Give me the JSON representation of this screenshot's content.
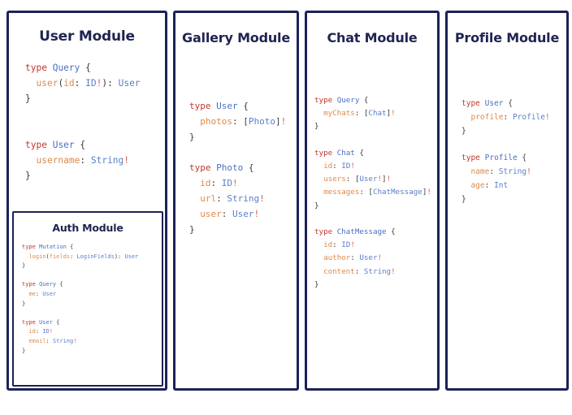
{
  "diagram": {
    "type": "graphql-schema-modules",
    "accent_border_color": "#1c2258",
    "title_color": "#1f2450",
    "background_color": "#ffffff",
    "syntax_colors": {
      "keyword": "#c0392b",
      "type_name": "#4a6fc4",
      "field": "#e08a4a",
      "type_ref": "#5b7fc7",
      "punctuation": "#3c3c3c",
      "non_null": "#d4604a"
    }
  },
  "modules": {
    "user": {
      "title": "User Module",
      "code_lines": [
        [
          {
            "t": "type",
            "c": "kw"
          },
          {
            "t": " ",
            "c": "punc"
          },
          {
            "t": "Query",
            "c": "tname"
          },
          {
            "t": " {",
            "c": "punc"
          }
        ],
        [
          {
            "t": "  ",
            "c": "punc"
          },
          {
            "t": "user",
            "c": "field"
          },
          {
            "t": "(",
            "c": "punc"
          },
          {
            "t": "id",
            "c": "field"
          },
          {
            "t": ": ",
            "c": "punc"
          },
          {
            "t": "ID",
            "c": "type"
          },
          {
            "t": "!",
            "c": "bang"
          },
          {
            "t": "): ",
            "c": "punc"
          },
          {
            "t": "User",
            "c": "type"
          }
        ],
        [
          {
            "t": "}",
            "c": "punc"
          }
        ],
        [
          {
            "t": "",
            "c": "punc"
          }
        ],
        [
          {
            "t": "",
            "c": "punc"
          }
        ],
        [
          {
            "t": "type",
            "c": "kw"
          },
          {
            "t": " ",
            "c": "punc"
          },
          {
            "t": "User",
            "c": "tname"
          },
          {
            "t": " {",
            "c": "punc"
          }
        ],
        [
          {
            "t": "  ",
            "c": "punc"
          },
          {
            "t": "username",
            "c": "field"
          },
          {
            "t": ": ",
            "c": "punc"
          },
          {
            "t": "String",
            "c": "type"
          },
          {
            "t": "!",
            "c": "bang"
          }
        ],
        [
          {
            "t": "}",
            "c": "punc"
          }
        ]
      ]
    },
    "auth": {
      "title": "Auth Module",
      "code_lines": [
        [
          {
            "t": "type",
            "c": "kw"
          },
          {
            "t": " ",
            "c": "punc"
          },
          {
            "t": "Mutation",
            "c": "tname"
          },
          {
            "t": " {",
            "c": "punc"
          }
        ],
        [
          {
            "t": "  ",
            "c": "punc"
          },
          {
            "t": "login",
            "c": "field"
          },
          {
            "t": "(",
            "c": "punc"
          },
          {
            "t": "fields",
            "c": "field"
          },
          {
            "t": ": ",
            "c": "punc"
          },
          {
            "t": "LoginFields",
            "c": "type"
          },
          {
            "t": "): ",
            "c": "punc"
          },
          {
            "t": "User",
            "c": "type"
          }
        ],
        [
          {
            "t": "}",
            "c": "punc"
          }
        ],
        [
          {
            "t": "",
            "c": "punc"
          }
        ],
        [
          {
            "t": "type",
            "c": "kw"
          },
          {
            "t": " ",
            "c": "punc"
          },
          {
            "t": "Query",
            "c": "tname"
          },
          {
            "t": " {",
            "c": "punc"
          }
        ],
        [
          {
            "t": "  ",
            "c": "punc"
          },
          {
            "t": "me",
            "c": "field"
          },
          {
            "t": ": ",
            "c": "punc"
          },
          {
            "t": "User",
            "c": "type"
          }
        ],
        [
          {
            "t": "}",
            "c": "punc"
          }
        ],
        [
          {
            "t": "",
            "c": "punc"
          }
        ],
        [
          {
            "t": "type",
            "c": "kw"
          },
          {
            "t": " ",
            "c": "punc"
          },
          {
            "t": "User",
            "c": "tname"
          },
          {
            "t": " {",
            "c": "punc"
          }
        ],
        [
          {
            "t": "  ",
            "c": "punc"
          },
          {
            "t": "id",
            "c": "field"
          },
          {
            "t": ": ",
            "c": "punc"
          },
          {
            "t": "ID",
            "c": "type"
          },
          {
            "t": "!",
            "c": "bang"
          }
        ],
        [
          {
            "t": "  ",
            "c": "punc"
          },
          {
            "t": "email",
            "c": "field"
          },
          {
            "t": ": ",
            "c": "punc"
          },
          {
            "t": "String",
            "c": "type"
          },
          {
            "t": "!",
            "c": "bang"
          }
        ],
        [
          {
            "t": "}",
            "c": "punc"
          }
        ]
      ]
    },
    "gallery": {
      "title": "Gallery Module",
      "code_lines": [
        [
          {
            "t": "type",
            "c": "kw"
          },
          {
            "t": " ",
            "c": "punc"
          },
          {
            "t": "User",
            "c": "tname"
          },
          {
            "t": " {",
            "c": "punc"
          }
        ],
        [
          {
            "t": "  ",
            "c": "punc"
          },
          {
            "t": "photos",
            "c": "field"
          },
          {
            "t": ": [",
            "c": "punc"
          },
          {
            "t": "Photo",
            "c": "type"
          },
          {
            "t": "]",
            "c": "punc"
          },
          {
            "t": "!",
            "c": "bang"
          }
        ],
        [
          {
            "t": "}",
            "c": "punc"
          }
        ],
        [
          {
            "t": "",
            "c": "punc"
          }
        ],
        [
          {
            "t": "type",
            "c": "kw"
          },
          {
            "t": " ",
            "c": "punc"
          },
          {
            "t": "Photo",
            "c": "tname"
          },
          {
            "t": " {",
            "c": "punc"
          }
        ],
        [
          {
            "t": "  ",
            "c": "punc"
          },
          {
            "t": "id",
            "c": "field"
          },
          {
            "t": ": ",
            "c": "punc"
          },
          {
            "t": "ID",
            "c": "type"
          },
          {
            "t": "!",
            "c": "bang"
          }
        ],
        [
          {
            "t": "  ",
            "c": "punc"
          },
          {
            "t": "url",
            "c": "field"
          },
          {
            "t": ": ",
            "c": "punc"
          },
          {
            "t": "String",
            "c": "type"
          },
          {
            "t": "!",
            "c": "bang"
          }
        ],
        [
          {
            "t": "  ",
            "c": "punc"
          },
          {
            "t": "user",
            "c": "field"
          },
          {
            "t": ": ",
            "c": "punc"
          },
          {
            "t": "User",
            "c": "type"
          },
          {
            "t": "!",
            "c": "bang"
          }
        ],
        [
          {
            "t": "}",
            "c": "punc"
          }
        ]
      ]
    },
    "chat": {
      "title": "Chat Module",
      "code_lines": [
        [
          {
            "t": "type",
            "c": "kw"
          },
          {
            "t": " ",
            "c": "punc"
          },
          {
            "t": "Query",
            "c": "tname"
          },
          {
            "t": " {",
            "c": "punc"
          }
        ],
        [
          {
            "t": "  ",
            "c": "punc"
          },
          {
            "t": "myChats",
            "c": "field"
          },
          {
            "t": ": [",
            "c": "punc"
          },
          {
            "t": "Chat",
            "c": "type"
          },
          {
            "t": "]",
            "c": "punc"
          },
          {
            "t": "!",
            "c": "bang"
          }
        ],
        [
          {
            "t": "}",
            "c": "punc"
          }
        ],
        [
          {
            "t": "",
            "c": "punc"
          }
        ],
        [
          {
            "t": "type",
            "c": "kw"
          },
          {
            "t": " ",
            "c": "punc"
          },
          {
            "t": "Chat",
            "c": "tname"
          },
          {
            "t": " {",
            "c": "punc"
          }
        ],
        [
          {
            "t": "  ",
            "c": "punc"
          },
          {
            "t": "id",
            "c": "field"
          },
          {
            "t": ": ",
            "c": "punc"
          },
          {
            "t": "ID",
            "c": "type"
          },
          {
            "t": "!",
            "c": "bang"
          }
        ],
        [
          {
            "t": "  ",
            "c": "punc"
          },
          {
            "t": "users",
            "c": "field"
          },
          {
            "t": ": [",
            "c": "punc"
          },
          {
            "t": "User",
            "c": "type"
          },
          {
            "t": "!",
            "c": "bang"
          },
          {
            "t": "]",
            "c": "punc"
          },
          {
            "t": "!",
            "c": "bang"
          }
        ],
        [
          {
            "t": "  ",
            "c": "punc"
          },
          {
            "t": "messages",
            "c": "field"
          },
          {
            "t": ": [",
            "c": "punc"
          },
          {
            "t": "ChatMessage",
            "c": "type"
          },
          {
            "t": "]",
            "c": "punc"
          },
          {
            "t": "!",
            "c": "bang"
          }
        ],
        [
          {
            "t": "}",
            "c": "punc"
          }
        ],
        [
          {
            "t": "",
            "c": "punc"
          }
        ],
        [
          {
            "t": "type",
            "c": "kw"
          },
          {
            "t": " ",
            "c": "punc"
          },
          {
            "t": "ChatMessage",
            "c": "tname"
          },
          {
            "t": " {",
            "c": "punc"
          }
        ],
        [
          {
            "t": "  ",
            "c": "punc"
          },
          {
            "t": "id",
            "c": "field"
          },
          {
            "t": ": ",
            "c": "punc"
          },
          {
            "t": "ID",
            "c": "type"
          },
          {
            "t": "!",
            "c": "bang"
          }
        ],
        [
          {
            "t": "  ",
            "c": "punc"
          },
          {
            "t": "author",
            "c": "field"
          },
          {
            "t": ": ",
            "c": "punc"
          },
          {
            "t": "User",
            "c": "type"
          },
          {
            "t": "!",
            "c": "bang"
          }
        ],
        [
          {
            "t": "  ",
            "c": "punc"
          },
          {
            "t": "content",
            "c": "field"
          },
          {
            "t": ": ",
            "c": "punc"
          },
          {
            "t": "String",
            "c": "type"
          },
          {
            "t": "!",
            "c": "bang"
          }
        ],
        [
          {
            "t": "}",
            "c": "punc"
          }
        ]
      ]
    },
    "profile": {
      "title": "Profile Module",
      "code_lines": [
        [
          {
            "t": "type",
            "c": "kw"
          },
          {
            "t": " ",
            "c": "punc"
          },
          {
            "t": "User",
            "c": "tname"
          },
          {
            "t": " {",
            "c": "punc"
          }
        ],
        [
          {
            "t": "  ",
            "c": "punc"
          },
          {
            "t": "profile",
            "c": "field"
          },
          {
            "t": ": ",
            "c": "punc"
          },
          {
            "t": "Profile",
            "c": "type"
          },
          {
            "t": "!",
            "c": "bang"
          }
        ],
        [
          {
            "t": "}",
            "c": "punc"
          }
        ],
        [
          {
            "t": "",
            "c": "punc"
          }
        ],
        [
          {
            "t": "type",
            "c": "kw"
          },
          {
            "t": " ",
            "c": "punc"
          },
          {
            "t": "Profile",
            "c": "tname"
          },
          {
            "t": " {",
            "c": "punc"
          }
        ],
        [
          {
            "t": "  ",
            "c": "punc"
          },
          {
            "t": "name",
            "c": "field"
          },
          {
            "t": ": ",
            "c": "punc"
          },
          {
            "t": "String",
            "c": "type"
          },
          {
            "t": "!",
            "c": "bang"
          }
        ],
        [
          {
            "t": "  ",
            "c": "punc"
          },
          {
            "t": "age",
            "c": "field"
          },
          {
            "t": ": ",
            "c": "punc"
          },
          {
            "t": "Int",
            "c": "type"
          }
        ],
        [
          {
            "t": "}",
            "c": "punc"
          }
        ]
      ]
    }
  }
}
